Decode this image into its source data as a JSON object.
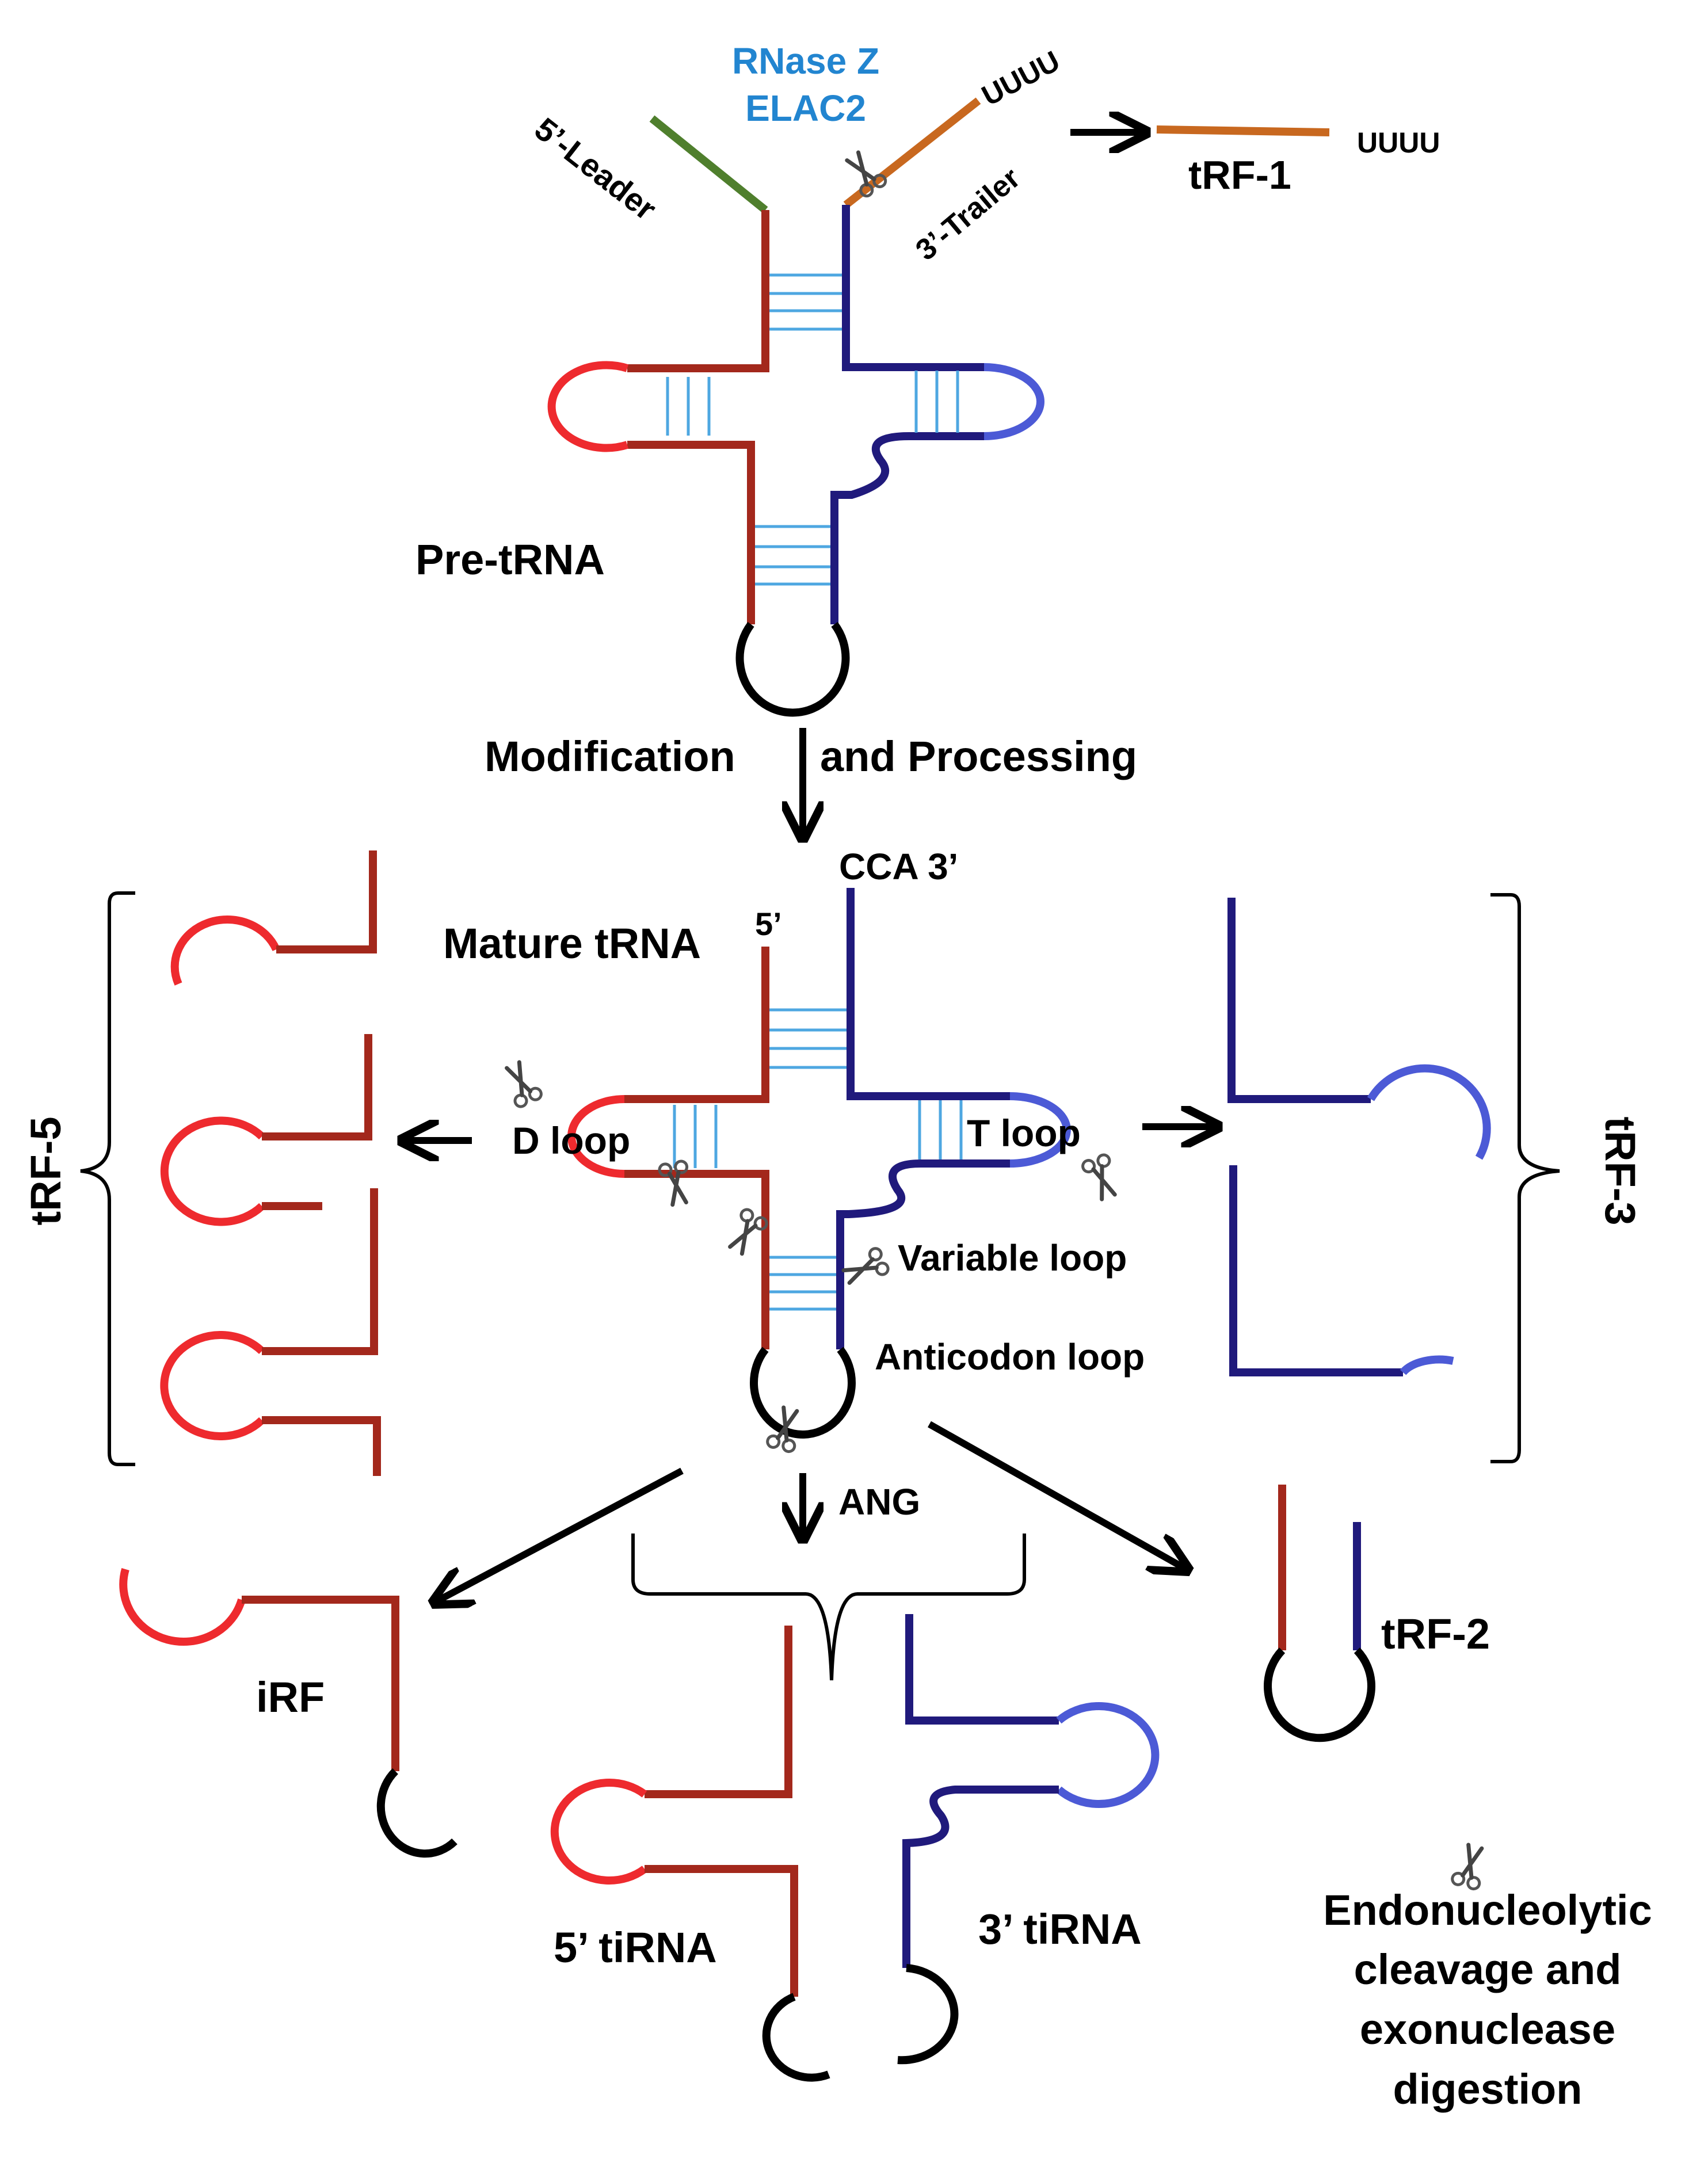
{
  "colors": {
    "red_loop": "#ee2a2e",
    "dark_red": "#a3281c",
    "navy": "#201a7c",
    "blue_loop": "#4c5ad6",
    "leader_green": "#4f7f2d",
    "trailer_orange": "#c8681f",
    "base_pair": "#4ea7e1",
    "black": "#000000",
    "enzyme_blue": "#2285d0"
  },
  "labels": {
    "enzyme_line1": "RNase Z",
    "enzyme_line2": "ELAC2",
    "leader": "5’-Leader",
    "trailer": "3’-Trailer",
    "uuuu_top": "UUUU",
    "uuuu_trf1": "UUUU",
    "trf1": "tRF-1",
    "pre_trna": "Pre-tRNA",
    "mod_left": "Modification",
    "mod_right": "and Processing",
    "cca": "CCA 3’",
    "five_prime": "5’",
    "mature": "Mature tRNA",
    "d_loop": "D loop",
    "t_loop": "T loop",
    "variable_loop": "Variable loop",
    "anticodon_loop": "Anticodon loop",
    "trf5": "tRF-5",
    "trf3": "tRF-3",
    "ang": "ANG",
    "irf": "iRF",
    "trf2": "tRF-2",
    "tirna5": "5’ tiRNA",
    "tirna3": "3’ tiRNA",
    "legend_lines": [
      "Endonucleolytic",
      "cleavage and",
      "exonuclease",
      "digestion"
    ]
  }
}
